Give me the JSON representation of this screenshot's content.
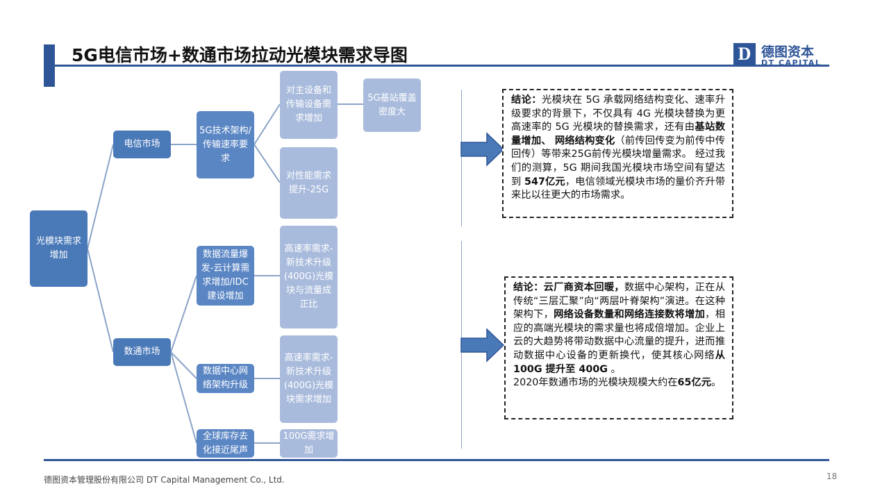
{
  "header": {
    "title": "5G电信市场+数通市场拉动光模块需求导图",
    "logo_letter": "D",
    "logo_cn": "德图资本",
    "logo_en": "DT CAPITAL"
  },
  "diagram": {
    "root": "光模块需求增加",
    "telecom": {
      "market": "电信市场",
      "driver": "5G技术架构/传输速率要求",
      "needs": [
        "对主设备和传输设备需求增加",
        "对性能需求提升-25G"
      ],
      "sub_need": "5G基站覆盖密度大"
    },
    "datacom": {
      "market": "数通市场",
      "drivers": [
        "数据流量爆发-云计算需求增加/IDC建设增加",
        "数据中心网络架构升级",
        "全球库存去化接近尾声"
      ],
      "needs": [
        "高速率需求-新技术升级(400G)光模块与流量成正比",
        "高速率需求-新技术升级(400G)光模块需求增加",
        "100G需求增加"
      ]
    }
  },
  "conclusions": {
    "telecom": {
      "label": "结论：",
      "t1": "光模块在 5G 承载网络结构变化、速率升级要求的背景下，不仅具有 4G 光模块替换为更高速率的 5G 光模块的替换需求，还有由",
      "b1": "基站数量增加、 网络结构变化",
      "t2": "（前传回传变为前传中传回传）等带来25G前传光模块增量需求。 经过我们的测算，5G 期间我国光模块市场空间有望达到 ",
      "b2": "547亿元",
      "t3": "，电信领域光模块市场的量价齐升带来比以往更大的市场需求。"
    },
    "datacom": {
      "label": "结论：",
      "b1": "云厂商资本回暖，",
      "t1": "数据中心架构，正在从传统“三层汇聚”向“两层叶脊架构”演进。在这种架构下，",
      "b2": "网络设备数量和网络连接数将增加",
      "t2": "，相应的高端光模块的需求量也将成倍增加。企业上云的大趋势将带动数据中心流量的提升，进而推动数据中心设备的更新换代，使其核心网络",
      "b3": "从 100G 提升至 400G",
      "t3": " 。",
      "t4": "2020年数通市场的光模块规模大约在",
      "b4": "65亿元",
      "t5": "。"
    }
  },
  "footer": {
    "company": "德图资本管理股份有限公司  DT Capital  Management  Co., Ltd.",
    "page": "18"
  },
  "colors": {
    "brand": "#2e5597",
    "box_dark": "#4a79b8",
    "box_mid": "#5b86c4",
    "box_light": "#a9bbdc",
    "connector": "#8aa3c8"
  }
}
